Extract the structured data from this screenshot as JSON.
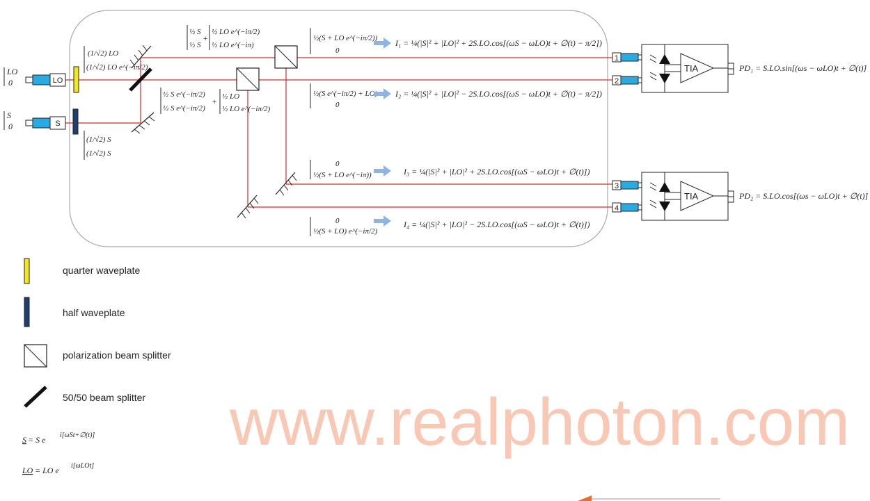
{
  "sources": {
    "lo_label": "LO",
    "s_label": "S"
  },
  "vectors": {
    "lo_in": {
      "top": "LO",
      "bottom": "0"
    },
    "s_in": {
      "top": "S",
      "bottom": "0"
    },
    "after_qwp": {
      "top": "(1/√2) LO",
      "bottom": "(1/√2) LO e^(−iπ/2)"
    },
    "after_hwp": {
      "top": "(1/√2) S",
      "bottom": "(1/√2) S"
    },
    "top_arm": {
      "left_top": "½ S",
      "left_bottom": "½ S",
      "plus": "+",
      "right_top": "½ LO e^(−iπ/2)",
      "right_bottom": "½ LO e^(−iπ)"
    },
    "mid_arm": {
      "left_top": "½ S e^(−iπ/2)",
      "left_bottom": "½ S e^(−iπ/2)",
      "plus": "+",
      "right_top": "½ LO",
      "right_bottom": "½ LO e^(−iπ/2)"
    }
  },
  "outputs": [
    {
      "port": "1",
      "top": "½(S + LO e^(−iπ/2))",
      "bottom": "0",
      "intensity": "I₁ = ¼(|S|² + |LO|² + 2S.LO.cos[(ωS − ωLO)t + ∅(t) − π/2])"
    },
    {
      "port": "2",
      "top": "½(S e^(−iπ/2) + LO)",
      "bottom": "0",
      "intensity": "I₂ = ¼(|S|² + |LO|² − 2S.LO.cos[(ωS − ωLO)t + ∅(t) − π/2])"
    },
    {
      "port": "3",
      "top": "0",
      "bottom": "½(S + LO e^(−iπ))",
      "intensity": "I₃ = ¼(|S|² + |LO|² + 2S.LO.cos[(ωS − ωLO)t + ∅(t)])"
    },
    {
      "port": "4",
      "top": "0",
      "bottom": "½(S + LO) e^(−iπ/2)",
      "intensity": "I₄ = ¼(|S|² + |LO|² − 2S.LO.cos[(ωS − ωLO)t + ∅(t)])"
    }
  ],
  "detectors": [
    {
      "amp_label": "TIA",
      "output": "PD₁ = S.LO.sin[(ωs − ωLO)t + ∅(t)]"
    },
    {
      "amp_label": "TIA",
      "output": "PD₂ = S.LO.cos[(ωs − ωLO)t + ∅(t)]"
    }
  ],
  "legend": [
    {
      "label": "quarter waveplate",
      "color": "#f5e620"
    },
    {
      "label": "half waveplate",
      "color": "#1f3d6e"
    },
    {
      "label": "polarization beam splitter"
    },
    {
      "label": "50/50 beam splitter"
    }
  ],
  "definitions": [
    {
      "lhs": "S",
      "rhs": " = S e",
      "exp": "i[ωSt+∅(t)]"
    },
    {
      "lhs": "LO",
      "rhs": " = LO e",
      "exp": "i[ωLOt]"
    }
  ],
  "watermark": "www.realphoton.com",
  "colors": {
    "beam": "#d42a2a",
    "fiber": "#29abe2",
    "arrow": "#8fb4e3"
  }
}
